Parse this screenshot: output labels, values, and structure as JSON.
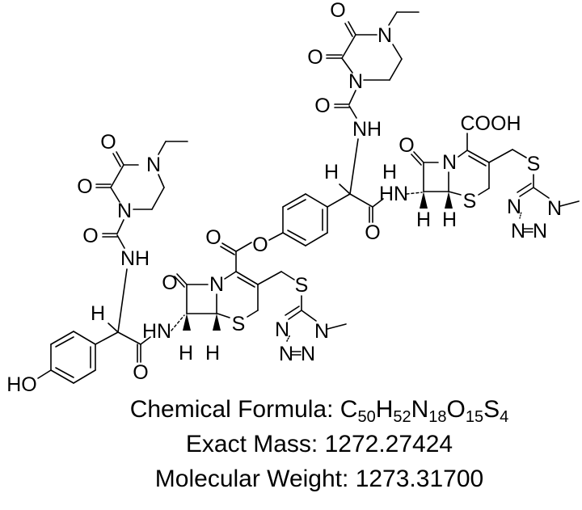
{
  "compound": {
    "formula_label": "Chemical Formula:",
    "formula_parts": [
      {
        "el": "C",
        "n": "50"
      },
      {
        "el": "H",
        "n": "52"
      },
      {
        "el": "N",
        "n": "18"
      },
      {
        "el": "O",
        "n": "15"
      },
      {
        "el": "S",
        "n": "4"
      }
    ],
    "formula_text": "C50H52N18O15S4",
    "exact_mass_label": "Exact Mass:",
    "exact_mass": "1272.27424",
    "molecular_weight_label": "Molecular Weight:",
    "molecular_weight": "1273.31700"
  },
  "structure": {
    "atom_labels": {
      "o": "O",
      "n": "N",
      "s": "S",
      "h": "H",
      "nh": "NH",
      "hn": "HN",
      "ho": "HO",
      "cooh": "COOH"
    }
  }
}
